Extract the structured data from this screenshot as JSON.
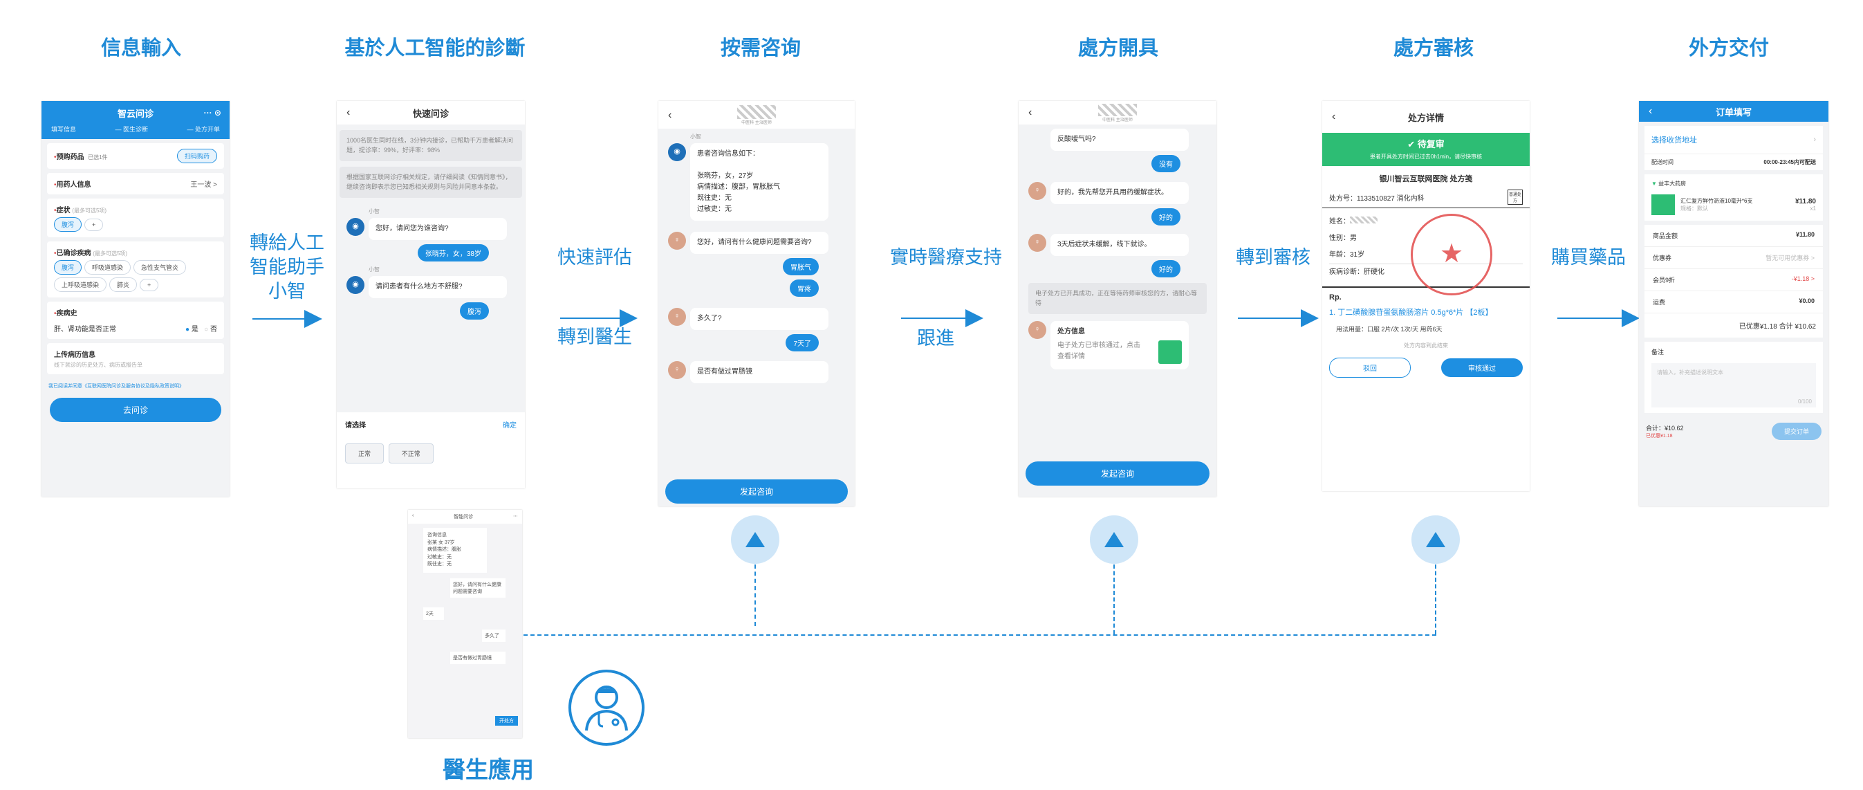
{
  "steps": [
    {
      "title": "信息輸入"
    },
    {
      "title": "基於人工智能的診斷"
    },
    {
      "title": "按需咨询"
    },
    {
      "title": "處方開具"
    },
    {
      "title": "處方審核"
    },
    {
      "title": "外方交付"
    }
  ],
  "arrows": [
    {
      "label": "轉給人工\n智能助手\n小智"
    },
    {
      "label_top": "快速評估",
      "label_bottom": "轉到醫生"
    },
    {
      "label_top": "實時醫療支持",
      "label_bottom": "跟進"
    },
    {
      "label_top": "轉到審核"
    },
    {
      "label_top": "購買藥品"
    }
  ],
  "doctor": {
    "label": "醫生應用"
  },
  "phone1": {
    "title": "智云问诊",
    "menu": "··· ⊙",
    "steps": [
      "填写信息",
      "—  医生诊断",
      "—  处方开单"
    ],
    "drug_label": "预购药品",
    "drug_value": "已选1件",
    "scan_btn": "扫码购药",
    "user_label": "用药人信息",
    "user_value": "王一波  >",
    "symptom_label": "症状",
    "symptom_hint": "(最多可选5项)",
    "symptom_pills": [
      "腹泻",
      "+"
    ],
    "disease_label": "已确诊疾病",
    "disease_hint": "(最多可选5项)",
    "disease_pills": [
      "腹泻",
      "呼吸道感染",
      "急性支气管炎",
      "上呼吸道感染",
      "肺炎",
      "+"
    ],
    "history_label": "疾病史",
    "history_q": "肝、肾功能是否正常",
    "yes": "是",
    "no": "否",
    "upload_label": "上传病历信息",
    "upload_hint": "线下就诊的历史处方、病历或报告单",
    "agree": "我已阅读并同意《互联网医院问诊及服务协议及隐私政策说明》",
    "submit": "去问诊"
  },
  "phone2": {
    "title": "快速问诊",
    "sys1": "1000名医生同时在线，3分钟内接诊，已帮助千万患者解决问题，提诊率：99%，好评率：98%",
    "sys2": "根据国家互联网诊疗相关规定，请仔细阅读《知情同意书》，继续咨询即表示您已知悉相关规则与风险并同意本条款。",
    "bot_name": "小智",
    "q1": "您好，请问您为谁咨询?",
    "a1": "张晓芬，女，38岁",
    "q2": "请问患者有什么地方不舒服?",
    "a2": "腹泻",
    "select_title": "请选择",
    "confirm": "确定",
    "opt1": "正常",
    "opt2": "不正常"
  },
  "phone3": {
    "doc_name_top": "中医科 主治医师",
    "bot_name": "小智",
    "intro": "患者咨询信息如下：",
    "info": [
      "张晓芬，女，27岁",
      "病情描述：腹部，胃胀胀气",
      "既往史：无",
      "过敏史：无"
    ],
    "doc_q": "您好，请问有什么健康问题需要咨询?",
    "r1": "胃胀气",
    "r2": "胃疼",
    "doc_q2": "多久了?",
    "r3": "7天了",
    "doc_q3": "是否有做过胃肠镜",
    "btn": "发起咨询"
  },
  "phone4": {
    "doc_name_top": "中医科 主治医师",
    "q0": "反酸嗳气吗?",
    "r1": "没有",
    "msg1": "好的，我先帮您开具用药缓解症状。",
    "r2": "好的",
    "msg2": "3天后症状未缓解，线下就诊。",
    "r3": "好的",
    "sys": "电子处方已开具成功，正在等待药师审核您的方，请耐心等待",
    "rx_title": "处方信息",
    "rx_desc": "电子处方已审核通过，点击查看详情",
    "btn": "发起咨询"
  },
  "phone5": {
    "title": "处方详情",
    "status": "✔ 待复审",
    "status_note": "患者开具处方时间已过去0h1min，请尽快审核",
    "hospital": "银川智云互联网医院 处方笺",
    "rx_no": "处方号：1133510827  消化内科",
    "badge": "普通处方",
    "name": "姓名：",
    "sex": "性别：男",
    "age": "年龄：31岁",
    "diag": "疾病诊断：肝硬化",
    "rp": "Rp.",
    "drug": "1. 丁二磺酸腺苷蛋氨酸肠溶片 0.5g*6*片 【2板】",
    "usage": "用法用量：口服 2片/次 1次/天 用药6天",
    "end": "处方内容到此结束",
    "reject": "驳回",
    "approve": "审核通过"
  },
  "phone6": {
    "title": "订单填写",
    "addr": "选择收货地址",
    "time_label": "配送时间",
    "time_value": "00:00-23:45内可配送",
    "store": "益丰大药房",
    "drug": "汇仁复方鲜竹沥液10毫升*6支",
    "spec": "规格：默认",
    "price": "¥11.80",
    "qty": "x1",
    "rows": [
      {
        "k": "商品金额",
        "v": "¥11.80"
      },
      {
        "k": "优惠券",
        "v": "暂无可用优惠券 >"
      },
      {
        "k": "会员9折",
        "v": "-¥1.18 >"
      },
      {
        "k": "运费",
        "v": "¥0.00"
      }
    ],
    "total": "已优惠¥1.18 合计 ¥10.62",
    "note_label": "备注",
    "note_placeholder": "请输入，补充描述说明文本",
    "count": "0/100",
    "footer_total": "合计：¥10.62",
    "footer_disc": "已优惠¥1.18",
    "submit": "提交订单"
  },
  "doctor_app": {
    "title": "智能问诊",
    "msgs": [
      "咨询信息",
      "张某 女 37岁",
      "病情描述：腹胀",
      "过敏史：无",
      "既往史：无"
    ],
    "reply1": "您好，请问有什么健康问题需要咨询",
    "reply2": "多久了",
    "reply3": "2天",
    "reply4": "是否有做过胃肠镜",
    "btn": "开处方"
  },
  "colors": {
    "accent": "#1f8ad6",
    "brand_blue": "#1e8fe1",
    "green": "#2dbd74",
    "red": "#e24b4b"
  }
}
